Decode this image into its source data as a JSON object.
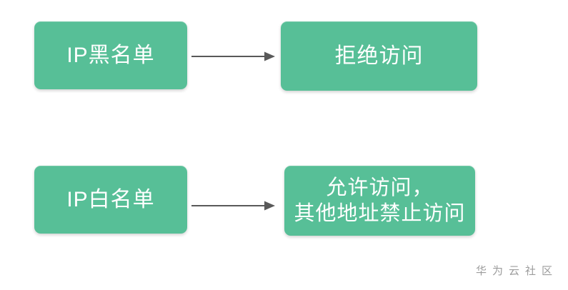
{
  "page": {
    "background": "#ffffff"
  },
  "colors": {
    "node_fill": "#57bf97",
    "node_text": "#ffffff",
    "arrow": "#595959",
    "watermark": "#9c9c9c"
  },
  "diagram": {
    "flows": [
      {
        "source": {
          "label": "IP黑名单"
        },
        "target": {
          "lines": [
            "拒绝访问"
          ]
        }
      },
      {
        "source": {
          "label": "IP白名单"
        },
        "target": {
          "lines": [
            "允许访问，",
            "其他地址禁止访问"
          ]
        }
      }
    ]
  },
  "watermark": {
    "text": "华为云社区"
  }
}
